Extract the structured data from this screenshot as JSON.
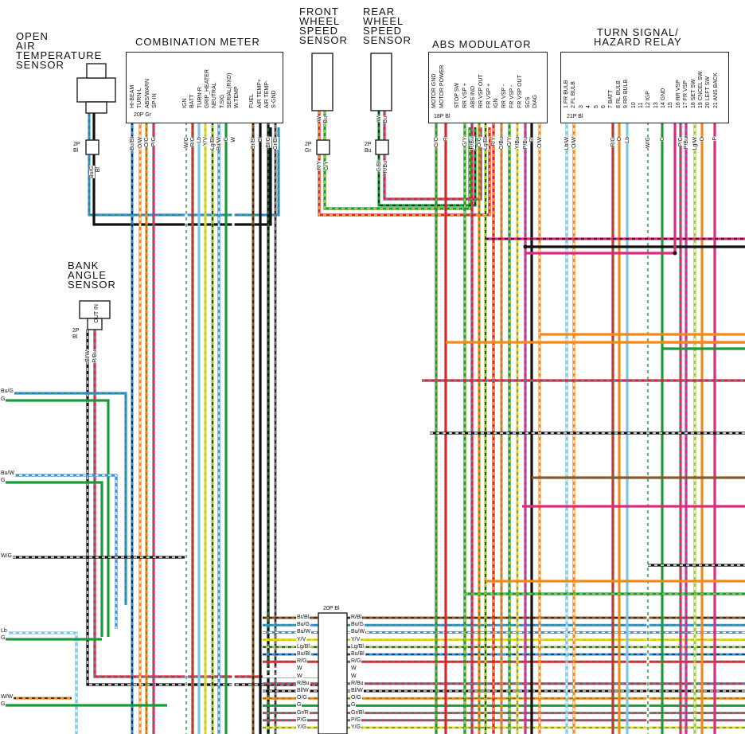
{
  "components": {
    "open_air_temp": "OPEN\nAIR\nTEMPERATURE\nSENSOR",
    "combination_meter": "COMBINATION METER",
    "front_wheel": "FRONT\nWHEEL\nSPEED\nSENSOR",
    "rear_wheel": "REAR\nWHEEL\nSPEED\nSENSOR",
    "abs_modulator": "ABS MODULATOR",
    "turn_signal_relay": "TURN SIGNAL/\nHAZARD RELAY",
    "bank_angle": "BANK\nANGLE\nSENSOR"
  },
  "connectors": {
    "meter": "20P Gr",
    "abs": "18P Bl",
    "relay": "21P Bl",
    "center": "20P Bl",
    "oat": "2P\nBl",
    "front": "2P\nGr",
    "rear": "2P\nBu",
    "bank": "2P\nBl"
  },
  "meter_pins": [
    "HI-BEAM",
    "TURN-L",
    "ABS/WARN",
    "SP-IN",
    "",
    "",
    "",
    "IGN",
    "BATT",
    "TURN-R",
    "GRIP_HEATER",
    "NEUTRAL",
    "T.SIG",
    "SERIAL(RXD)",
    "W.TEMP",
    "",
    "FUEL",
    "AIR TEMP+",
    "AIR TEMP-",
    "S-GND"
  ],
  "abs_pins": [
    "MOTOR GND",
    "MOTOR POWER",
    "",
    "STOP SW",
    "RR VSP +",
    "ABS IND",
    "RR VSP OUT",
    "FR VSP +",
    "IGN",
    "RR VSP -",
    "FR VSP -",
    "FR VSP OUT",
    "SCS",
    "DIAG"
  ],
  "relay_pins": [
    "1 FR BULB",
    "2 FL BULB",
    "3",
    "4",
    "5",
    "6",
    "7 BATT",
    "8 RL BULB",
    "9 RR BULB",
    "10",
    "11",
    "12 IGP",
    "13",
    "14 GND",
    "15",
    "16 RR VSP",
    "17 FR VSP",
    "18 SET SW",
    "19 CNCEL SW",
    "20 LEFT SW",
    "21 ANS BACK"
  ],
  "sensor_pins": {
    "bank": "OUT IN"
  },
  "wire_labels": {
    "meter": [
      "Bu/Bl",
      "O/W",
      "O/G",
      "P/G",
      "W/G",
      "R/G",
      "Lb",
      "Y/V",
      "Lg/Bl",
      "Bu/W",
      "G",
      "W",
      "Br/Bl",
      "Bl",
      "Bl/G",
      "Gr/Bl"
    ],
    "abs": [
      "G/O",
      "R",
      "G/Y",
      "R/Bu",
      "O/G",
      "Lg/Bl",
      "R/Y",
      "O/Bu",
      "G/Y",
      "Y/Bu",
      "P/Bu",
      "Bl",
      "O/W"
    ],
    "relay": [
      "Lb/W",
      "O/W",
      "R/G",
      "O",
      "Lb",
      "W/G",
      "G",
      "P/G",
      "P/Bu",
      "Lg/W",
      "O",
      "P"
    ],
    "oat": [
      "Bu/G",
      "Bl"
    ],
    "front": [
      "W",
      "Bu",
      "R/Y",
      "G/Y"
    ],
    "rear": [
      "W",
      "Bu",
      "G/Bl",
      "R/Bu"
    ],
    "bank": [
      "Bl/W",
      "R/Bu"
    ],
    "left": [
      "Bu/G",
      "G",
      "Bu/W",
      "G",
      "W/G",
      "Lb",
      "G",
      "W/W",
      "G"
    ],
    "center_left": [
      "Br/Bl",
      "Bu/G",
      "Bu/W",
      "Y/V",
      "Lg/Bl",
      "Bu/Bl",
      "R/G",
      "W",
      "W",
      "R/Bu",
      "Bl/W",
      "O/G",
      "G",
      "Gr/R",
      "P/G",
      "Y/G"
    ],
    "center_right": [
      "R/Bl",
      "Bu/G",
      "Bu/W",
      "Y/V",
      "Lg/Bl",
      "Bu/Bl",
      "R/G",
      "W",
      "W",
      "R/Bu",
      "Bl/W",
      "O/G",
      "G",
      "Gr/Bl",
      "P/G",
      "Y/G"
    ]
  },
  "colors": {
    "blue": "#3b8fd6",
    "green": "#1c9a3a",
    "orange": "#f08a1c",
    "pink": "#d92c7e",
    "red": "#d8262e",
    "yellow": "#e8d62a",
    "lightblue": "#7cc7e6",
    "black": "#111111",
    "brown": "#8a5a2b",
    "lime": "#9ccc3c",
    "white": "#ffffff",
    "gray": "#7a7a7a"
  }
}
